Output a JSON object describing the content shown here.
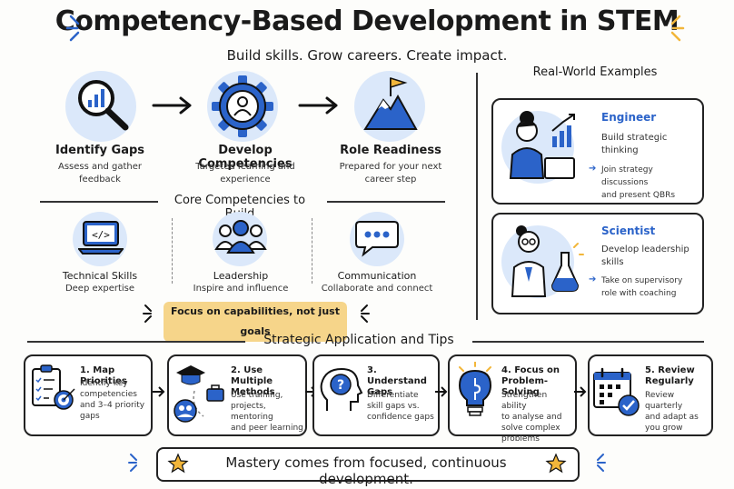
{
  "header": {
    "title": "Competency-Based Development in STEM",
    "subtitle": "Build skills. Grow careers. Create impact."
  },
  "steps": [
    {
      "title": "Identify Gaps",
      "desc": [
        "Assess and gather",
        "feedback"
      ],
      "icon": "magnifier-chart-icon"
    },
    {
      "title": "Develop Competencies",
      "desc": [
        "Targeted learning and",
        "experience"
      ],
      "icon": "gear-person-icon"
    },
    {
      "title": "Role Readiness",
      "desc": [
        "Prepared for your next",
        "career step"
      ],
      "icon": "mountain-flag-icon"
    }
  ],
  "core": {
    "title": "Core Competencies to Build",
    "items": [
      {
        "title": "Technical Skills",
        "desc": "Deep expertise",
        "icon": "laptop-code-icon"
      },
      {
        "title": "Leadership",
        "desc": "Inspire and influence",
        "icon": "people-group-icon"
      },
      {
        "title": "Communication",
        "desc": "Collaborate and connect",
        "icon": "speech-bubble-icon"
      }
    ],
    "callout": "Focus on capabilities, not just goals"
  },
  "examples": {
    "title": "Real-World Examples",
    "items": [
      {
        "role": "Engineer",
        "goal": [
          "Build strategic",
          "thinking"
        ],
        "action": [
          "Join strategy discussions",
          "and present QBRs"
        ],
        "icon": "engineer-laptop-icon"
      },
      {
        "role": "Scientist",
        "goal": [
          "Develop leadership",
          "skills"
        ],
        "action": [
          "Take on supervisory",
          "role with coaching"
        ],
        "icon": "scientist-flask-icon"
      }
    ]
  },
  "strategy": {
    "title": "Strategic Application and Tips",
    "tips": [
      {
        "title": [
          "1. Map Priorities"
        ],
        "desc": [
          "Identify key",
          "competencies",
          "and 3–4 priority",
          "gaps"
        ],
        "icon": "checklist-target-icon"
      },
      {
        "title": [
          "2. Use Multiple",
          "Methods"
        ],
        "desc": [
          "Use training,",
          "projects, mentoring",
          "and peer learning"
        ],
        "icon": "methods-icon"
      },
      {
        "title": [
          "3. Understand",
          "Gaps"
        ],
        "desc": [
          "Differentiate",
          "skill gaps vs.",
          "confidence gaps"
        ],
        "icon": "head-question-icon"
      },
      {
        "title": [
          "4. Focus on",
          "Problem-Solving"
        ],
        "desc": [
          "Strengthen ability",
          "to analyse and",
          "solve complex",
          "problems"
        ],
        "icon": "lightbulb-puzzle-icon"
      },
      {
        "title": [
          "5. Review",
          "Regularly"
        ],
        "desc": [
          "Review quarterly",
          "and adapt as",
          "you grow"
        ],
        "icon": "calendar-check-icon"
      }
    ]
  },
  "footer": {
    "text": "Mastery comes from focused, continuous development."
  },
  "colors": {
    "accent": "#2b63c9",
    "light": "#dbe8fa",
    "highlight": "#f6d58a",
    "star": "#f2b63a"
  }
}
